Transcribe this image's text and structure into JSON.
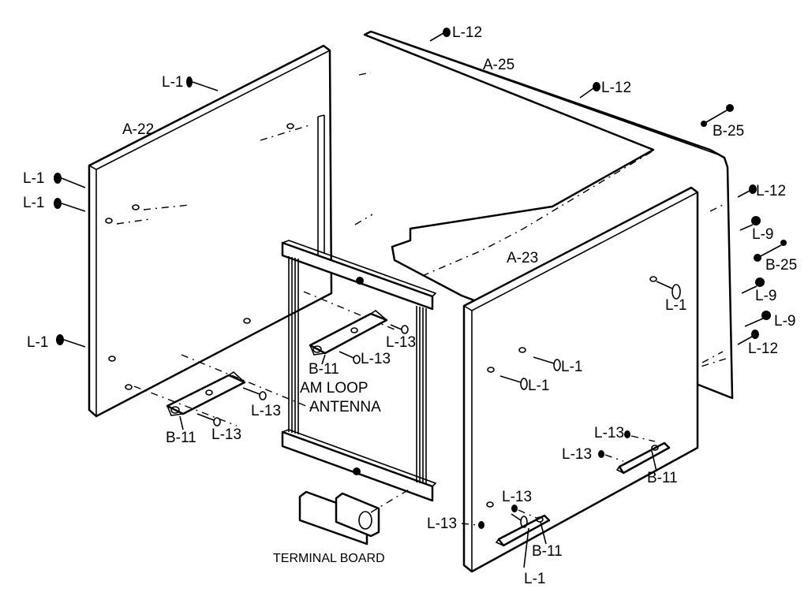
{
  "labels": {
    "a22": "A-22",
    "a25": "A-25",
    "a23": "A-23",
    "b25_top": "B-25",
    "b25_right": "B-25",
    "b11_left": "B-11",
    "b11_center": "B-11",
    "b11_right": "B-11",
    "b11_bottom": "B-11",
    "am_loop_1": "AM LOOP",
    "am_loop_2": "ANTENNA",
    "terminal_board": "TERMINAL BOARD",
    "l1_a": "L-1",
    "l1_b": "L-1",
    "l1_c": "L-1",
    "l1_d": "L-1",
    "l1_e": "L-1",
    "l1_f": "L-1",
    "l1_g": "L-1",
    "l1_h": "L-1",
    "l12_a": "L-12",
    "l12_b": "L-12",
    "l12_c": "L-12",
    "l12_d": "L-12",
    "l9_a": "L-9",
    "l9_b": "L-9",
    "l9_c": "L-9",
    "l13_a": "L-13",
    "l13_b": "L-13",
    "l13_c": "L-13",
    "l13_d": "L-13",
    "l13_e": "L-13",
    "l13_f": "L-13",
    "l13_g": "L-13",
    "l13_h": "L-13"
  }
}
